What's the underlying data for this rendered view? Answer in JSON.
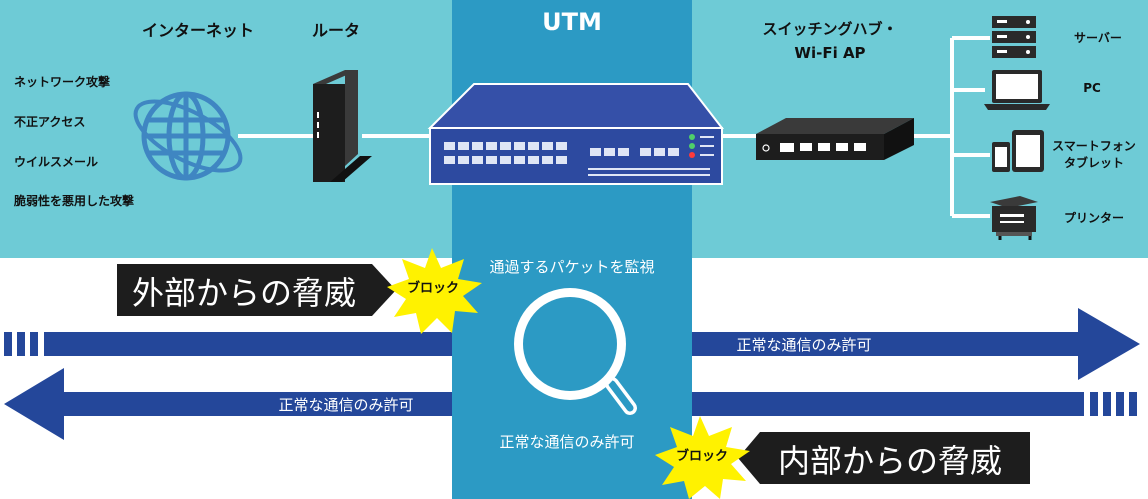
{
  "colors": {
    "panel": "#6ecbd6",
    "utm_band": "#2c9ac4",
    "arrow": "#24479a",
    "device": "#2d4aa0",
    "icon": "#3f86c2",
    "dark": "#1d1d1d",
    "burst": "#fff200"
  },
  "labels": {
    "internet": "インターネット",
    "router": "ルータ",
    "utm": "UTM",
    "switch_line1": "スイッチングハブ・",
    "switch_line2": "Wi-Fi AP",
    "server": "サーバー",
    "pc": "PC",
    "smartphone_line1": "スマートフォン",
    "smartphone_line2": "タブレット",
    "printer": "プリンター"
  },
  "attacks": [
    "ネットワーク攻撃",
    "不正アクセス",
    "ウイルスメール",
    "脆弱性を悪用した攻撃"
  ],
  "monitor_label": "通過するパケットを監視",
  "external_threat": "外部からの脅威",
  "internal_threat": "内部からの脅威",
  "block_label": "ブロック",
  "allow_label": "正常な通信のみ許可",
  "icons": [
    "globe-icon",
    "router-icon",
    "utm-appliance-icon",
    "switch-icon",
    "server-icon",
    "laptop-icon",
    "smartphone-icon",
    "tablet-icon",
    "printer-icon",
    "magnifier-icon",
    "starburst-icon"
  ]
}
